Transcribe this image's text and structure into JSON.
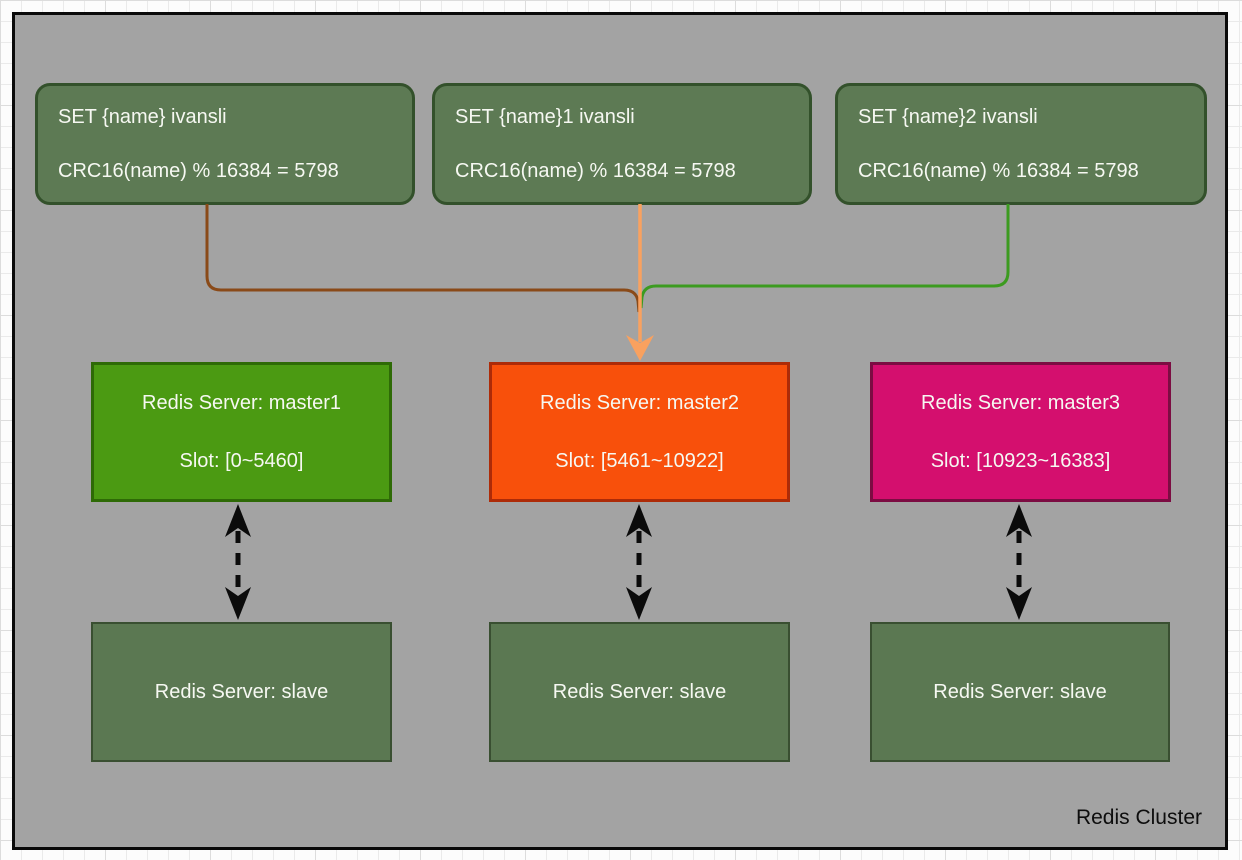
{
  "diagram": {
    "title_label": "Redis Cluster",
    "commands": [
      {
        "command": "SET {name} ivansli",
        "hash": "CRC16(name) % 16384 = 5798"
      },
      {
        "command": "SET {name}1 ivansli",
        "hash": "CRC16(name) % 16384 = 5798"
      },
      {
        "command": "SET {name}2 ivansli",
        "hash": "CRC16(name) % 16384 = 5798"
      }
    ],
    "masters": [
      {
        "name": "Redis Server: master1",
        "slot": "Slot: [0~5460]",
        "fill": "#4b9a12",
        "border": "#2e6a06"
      },
      {
        "name": "Redis Server: master2",
        "slot": "Slot: [5461~10922]",
        "fill": "#f8500b",
        "border": "#ad2b08"
      },
      {
        "name": "Redis Server: master3",
        "slot": "Slot: [10923~16383]",
        "fill": "#d40f6e",
        "border": "#7c0c42"
      }
    ],
    "slaves": [
      {
        "label": "Redis Server: slave"
      },
      {
        "label": "Redis Server: slave"
      },
      {
        "label": "Redis Server: slave"
      }
    ],
    "colors": {
      "canvas_fill": "#a3a3a3",
      "canvas_border": "#0a0a0a",
      "command_box_fill": "#5d7a54",
      "command_box_border": "#33512b",
      "slave_box_fill": "#5b7852",
      "route_line_cmd1": "#8a4a18",
      "route_line_cmd2": "#f9a15f",
      "route_line_cmd3": "#3c9b20",
      "replication_arrow": "#0b0b0b",
      "text_on_boxes": "#f6f8f2"
    }
  }
}
